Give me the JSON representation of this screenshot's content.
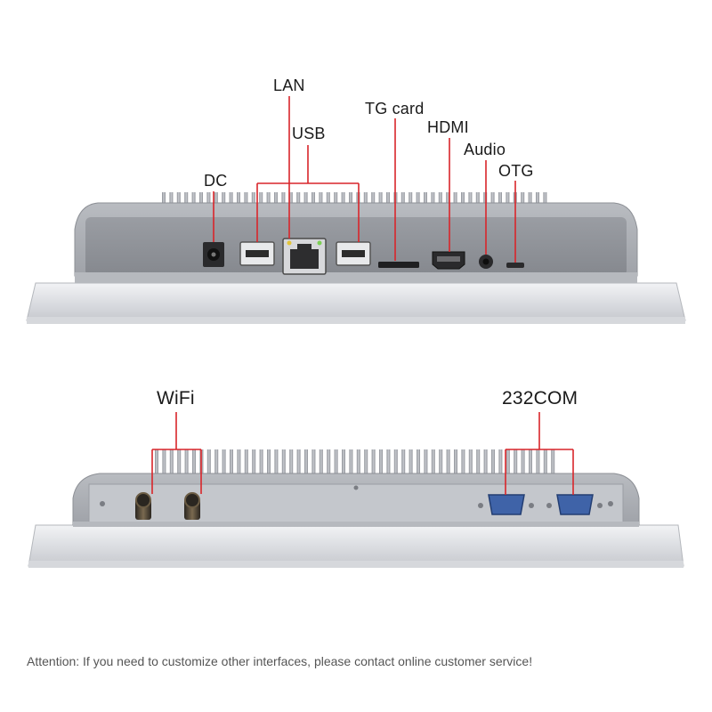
{
  "top_panel": {
    "labels": {
      "lan": "LAN",
      "usb": "USB",
      "tg_card": "TG card",
      "hdmi": "HDMI",
      "audio": "Audio",
      "otg": "OTG",
      "dc": "DC"
    }
  },
  "bottom_panel": {
    "labels": {
      "wifi": "WiFi",
      "com": "232COM"
    }
  },
  "footer": {
    "attention": "Attention: If you need to customize other interfaces, please contact online customer service!"
  },
  "colors": {
    "callout_line": "#d9252a",
    "chassis_light": "#e4e6e9",
    "chassis_dark": "#9a9da3",
    "port_panel": "#8f9298",
    "db9_port": "#3f63a8"
  }
}
